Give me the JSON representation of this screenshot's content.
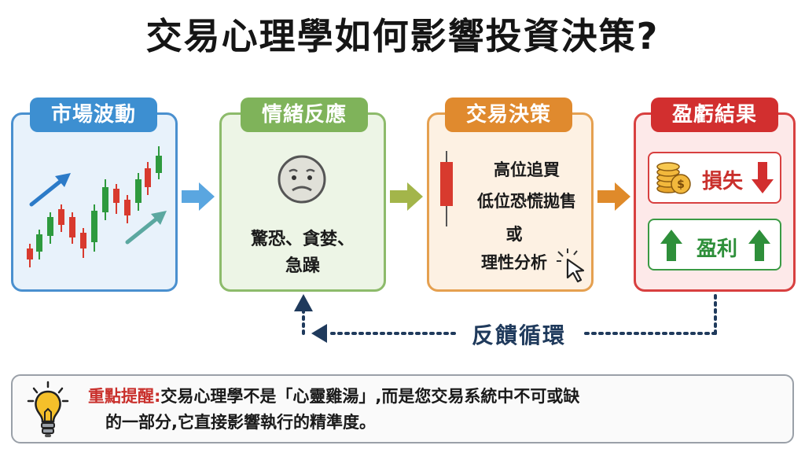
{
  "title": "交易心理學如何影響投資決策?",
  "stages": [
    {
      "label": "市場波動"
    },
    {
      "label": "情緒反應",
      "text_lines": [
        "驚恐、貪婪、",
        "急躁"
      ]
    },
    {
      "label": "交易決策",
      "text_lines": [
        "高位追買",
        "低位恐慌拋售",
        "或",
        "理性分析"
      ]
    },
    {
      "label": "盈虧結果",
      "loss": "損失",
      "gain": "盈利"
    }
  ],
  "feedback": "反饋循環",
  "tip": {
    "label": "重點提醒:",
    "line1": "交易心理學不是「心靈雞湯」,而是您交易系統中不可或缺",
    "line2": "的一部分,它直接影響執行的精準度。"
  },
  "colors": {
    "market": "#3d8fd1",
    "emotion": "#7fb35a",
    "decision": "#e08a2e",
    "result": "#d22f2f",
    "candle_up": "#2e9a3e",
    "candle_down": "#d83a2e"
  },
  "icons": {
    "emotion": "worried-face-icon",
    "decision": "cursor-click-icon",
    "loss": "coins-icon",
    "tip": "lightbulb-icon"
  }
}
